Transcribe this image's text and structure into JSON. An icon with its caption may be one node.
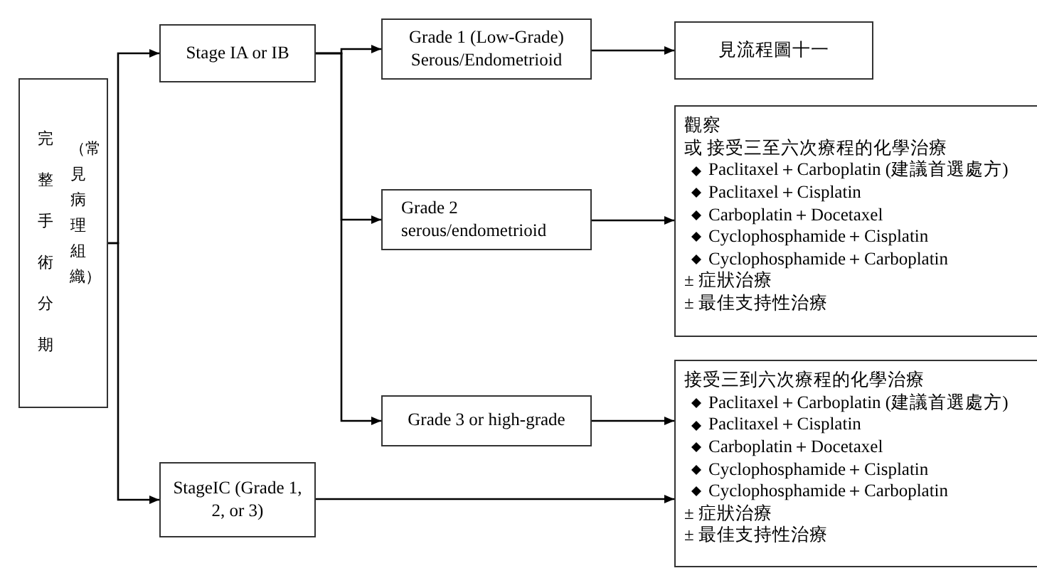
{
  "diagram": {
    "nodes": [
      {
        "text": [
          "完整手術分期",
          "（常見病理組織）"
        ]
      },
      {
        "text": [
          "Stage IA or IB"
        ]
      },
      {
        "text": [
          "StageIC (Grade 1, 2, or 3)"
        ]
      },
      {
        "text": [
          "Grade 1 (Low-Grade) Serous/Endometrioid"
        ]
      },
      {
        "text": [
          "Grade 2 serous/endometrioid"
        ]
      },
      {
        "text": [
          "Grade 3 or high-grade"
        ]
      },
      {
        "text": [
          "見流程圖十一"
        ]
      },
      {
        "text": [
          "觀察",
          "或 接受三至六次療程的化學治療",
          "Paclitaxel＋Carboplatin (建議首選處方)",
          "Paclitaxel＋Cisplatin",
          "Carboplatin＋Docetaxel",
          "Cyclophosphamide＋Cisplatin",
          "Cyclophosphamide＋Carboplatin",
          "± 症狀治療",
          "± 最佳支持性治療"
        ]
      },
      {
        "text": [
          "接受三到六次療程的化學治療",
          "Paclitaxel＋Carboplatin (建議首選處方)",
          "Paclitaxel＋Cisplatin",
          "Carboplatin＋Docetaxel",
          "Cyclophosphamide＋Cisplatin",
          "Cyclophosphamide＋Carboplatin",
          "± 症狀治療",
          "± 最佳支持性治療"
        ]
      }
    ],
    "edges": [
      {
        "from": 0,
        "to": 1,
        "arrow": "to"
      },
      {
        "from": 0,
        "to": 2,
        "arrow": "to"
      },
      {
        "from": 1,
        "to": 3,
        "arrow": "to"
      },
      {
        "from": 1,
        "to": 4,
        "arrow": "to"
      },
      {
        "from": 1,
        "to": 5,
        "arrow": "to"
      },
      {
        "from": 3,
        "to": 6,
        "arrow": "to"
      },
      {
        "from": 4,
        "to": 7,
        "arrow": "to"
      },
      {
        "from": 5,
        "to": 8,
        "arrow": "to"
      },
      {
        "from": 2,
        "to": 8,
        "arrow": "to"
      }
    ]
  }
}
